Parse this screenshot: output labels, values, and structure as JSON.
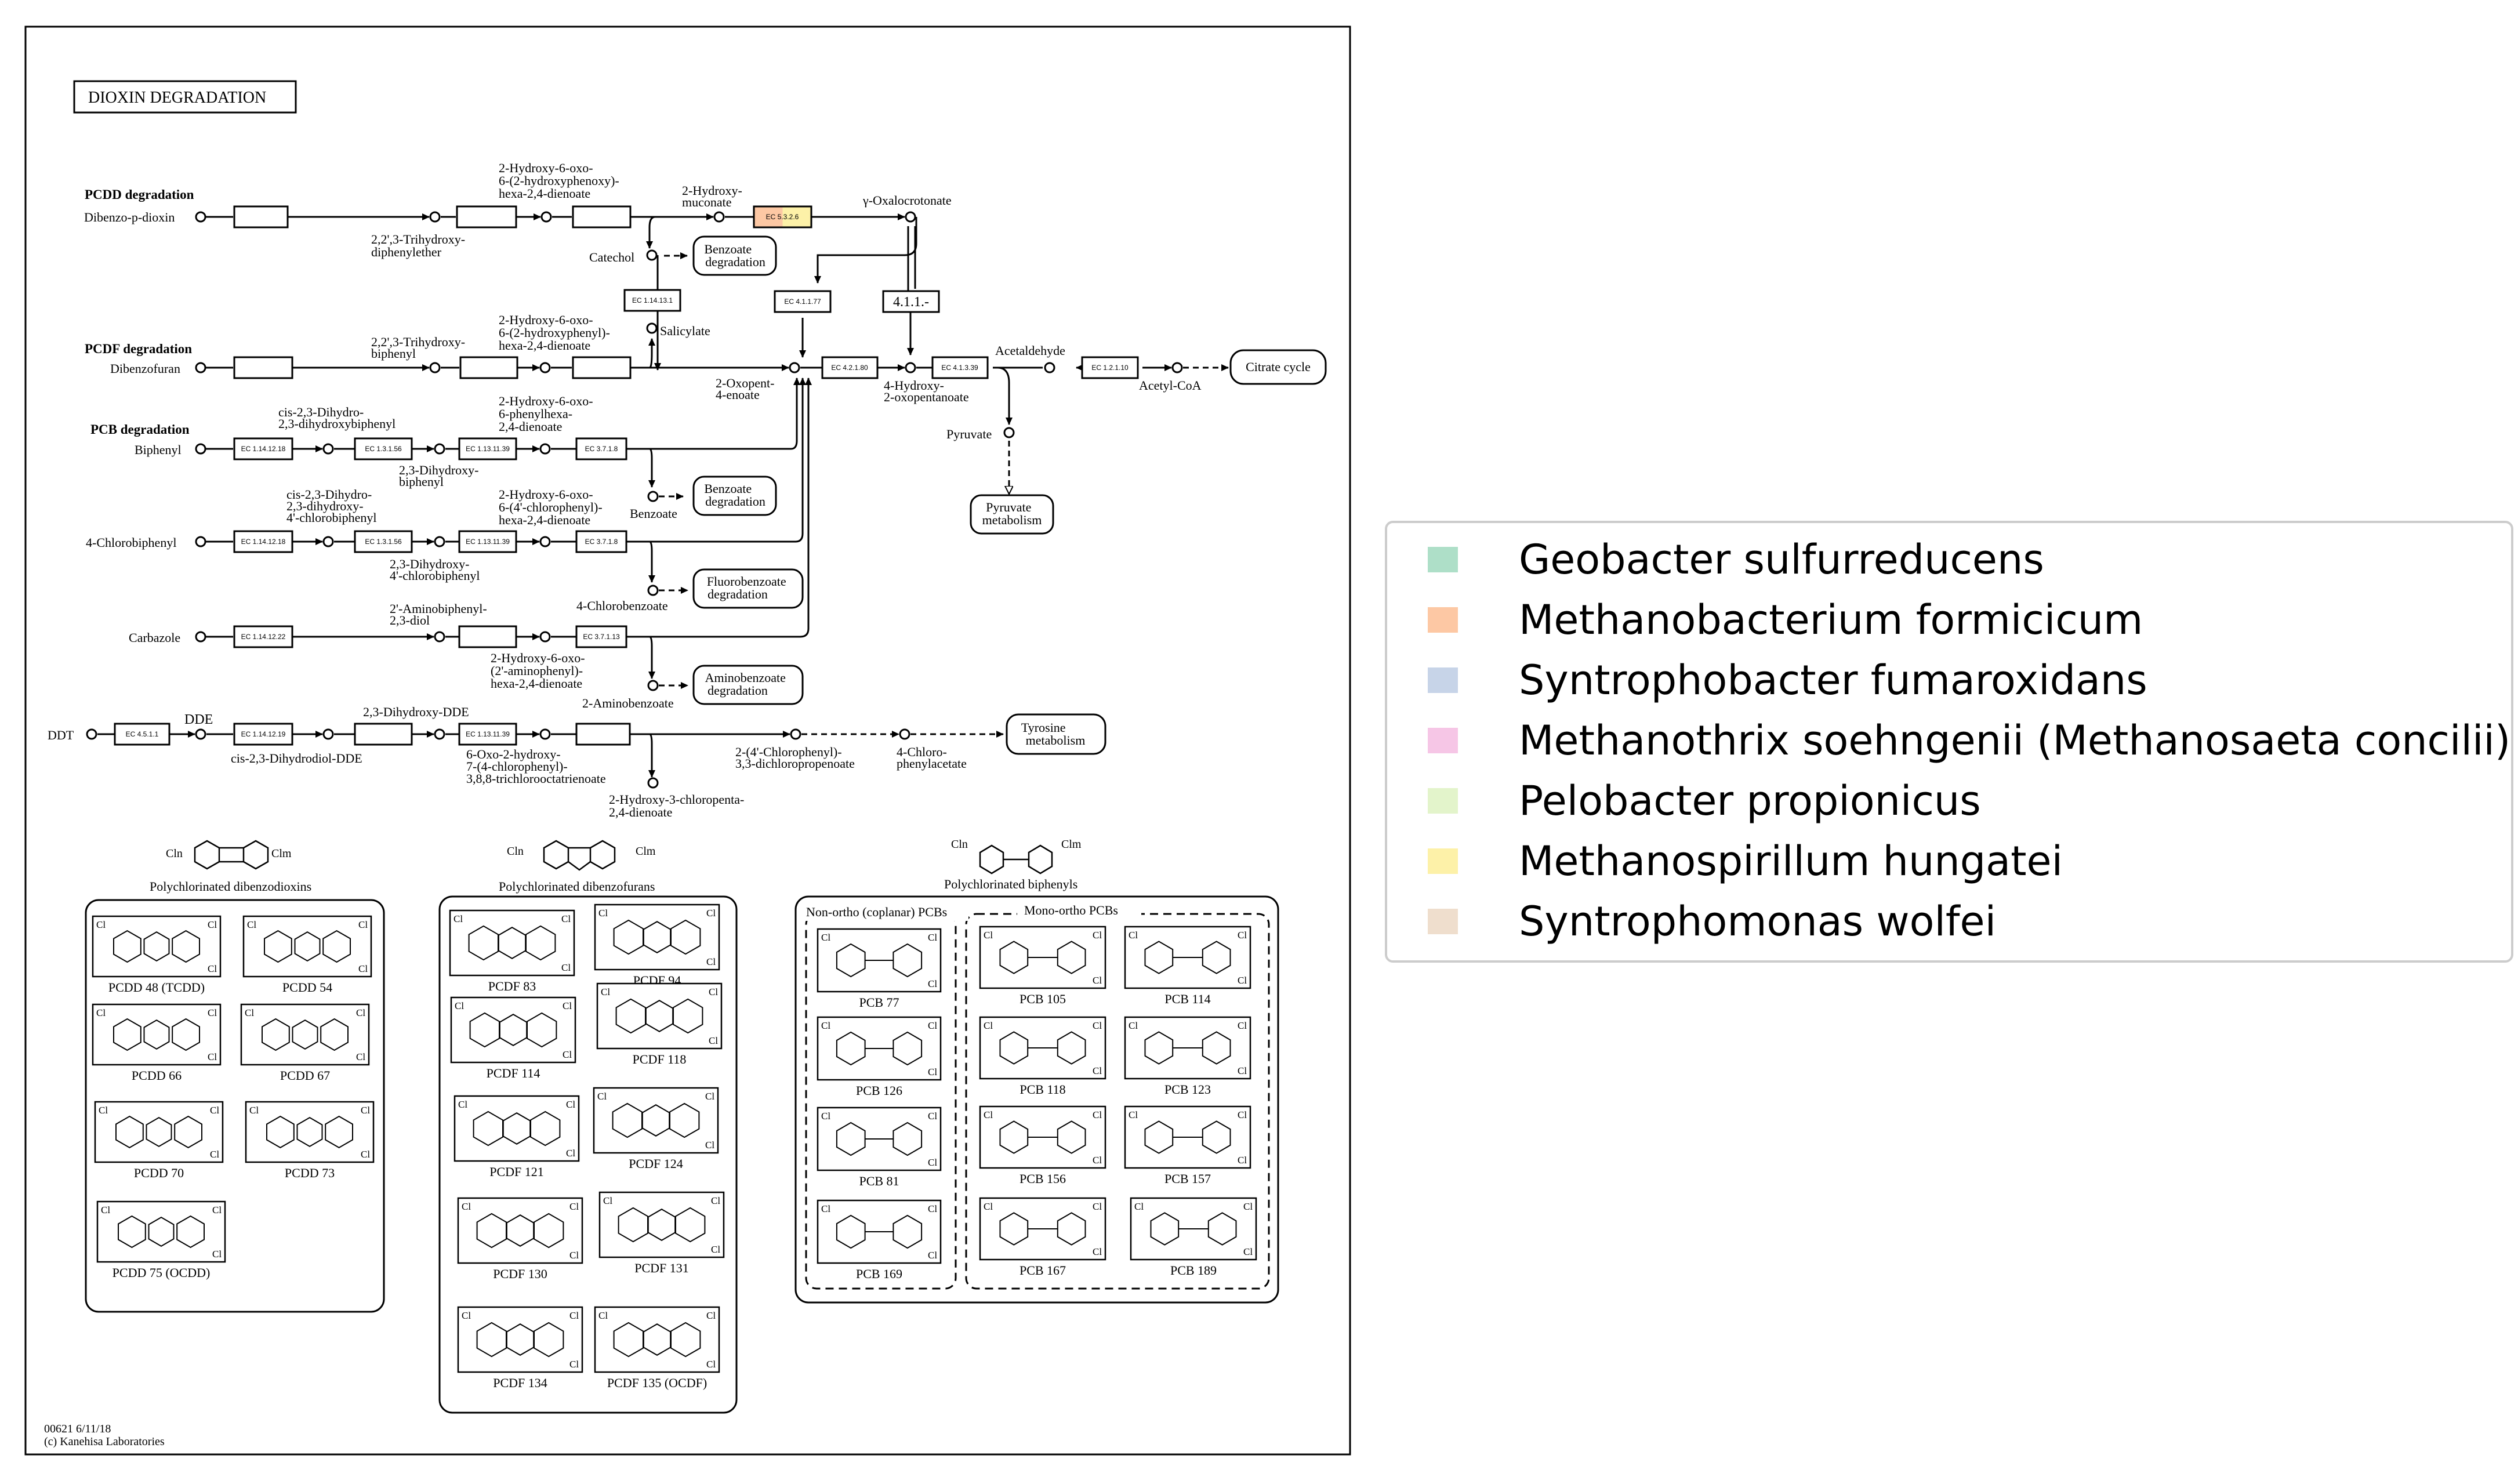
{
  "map": {
    "title": "DIOXIN DEGRADATION",
    "footer": {
      "line1": "00621 6/11/18",
      "line2": "(c) Kanehisa Laboratories"
    },
    "sections": {
      "pcdd": "PCDD degradation",
      "pcdf": "PCDF degradation",
      "pcb": "PCB degradation"
    },
    "compounds": {
      "dibenzo_p_dioxin": "Dibenzo-p-dioxin",
      "trihydroxy_diphenylether_1": "2,2',3-Trihydroxy-",
      "trihydroxy_diphenylether_2": "diphenylether",
      "hod_phenoxy_1": "2-Hydroxy-6-oxo-",
      "hod_phenoxy_2": "6-(2-hydroxyphenoxy)-",
      "hod_phenoxy_3": "hexa-2,4-dienoate",
      "hydroxymuconate_1": "2-Hydroxy-",
      "hydroxymuconate_2": "muconate",
      "oxalocrotonate": "γ-Oxalocrotonate",
      "catechol": "Catechol",
      "salicylate": "Salicylate",
      "dibenzofuran": "Dibenzofuran",
      "trihydroxybiphenyl_1": "2,2',3-Trihydroxy-",
      "trihydroxybiphenyl_2": "biphenyl",
      "hod_hydroxyphenyl_1": "2-Hydroxy-6-oxo-",
      "hod_hydroxyphenyl_2": "6-(2-hydroxyphenyl)-",
      "hod_hydroxyphenyl_3": "hexa-2,4-dienoate",
      "oxopent_1": "2-Oxopent-",
      "oxopent_2": "4-enoate",
      "hydroxyoxopentanoate_1": "4-Hydroxy-",
      "hydroxyoxopentanoate_2": "2-oxopentanoate",
      "acetaldehyde": "Acetaldehyde",
      "acetyl_coa": "Acetyl-CoA",
      "pyruvate": "Pyruvate",
      "biphenyl": "Biphenyl",
      "dihydrodiol_1": "cis-2,3-Dihydro-",
      "dihydrodiol_2": "2,3-dihydroxybiphenyl",
      "dihydroxybiphenyl_1": "2,3-Dihydroxy-",
      "dihydroxybiphenyl_2": "biphenyl",
      "hod_phenyl_1": "2-Hydroxy-6-oxo-",
      "hod_phenyl_2": "6-phenylhexa-",
      "hod_phenyl_3": "2,4-dienoate",
      "benzoate": "Benzoate",
      "chlorobiphenyl": "4-Chlorobiphenyl",
      "cl_dihydrodiol_1": "cis-2,3-Dihydro-",
      "cl_dihydrodiol_2": "2,3-dihydroxy-",
      "cl_dihydrodiol_3": "4'-chlorobiphenyl",
      "cl_dihydroxy_1": "2,3-Dihydroxy-",
      "cl_dihydroxy_2": "4'-chlorobiphenyl",
      "hod_clphenyl_1": "2-Hydroxy-6-oxo-",
      "hod_clphenyl_2": "6-(4'-chlorophenyl)-",
      "hod_clphenyl_3": "hexa-2,4-dienoate",
      "chlorobenzoate": "4-Chlorobenzoate",
      "carbazole": "Carbazole",
      "aminobiphenyl_1": "2'-Aminobiphenyl-",
      "aminobiphenyl_2": "2,3-diol",
      "hod_amino_1": "2-Hydroxy-6-oxo-",
      "hod_amino_2": "(2'-aminophenyl)-",
      "hod_amino_3": "hexa-2,4-dienoate",
      "aminobenzoate": "2-Aminobenzoate",
      "ddt": "DDT",
      "dde": "DDE",
      "dde_dihydrodiol": "cis-2,3-Dihydrodiol-DDE",
      "dihydroxy_dde": "2,3-Dihydroxy-DDE",
      "oxo_trichloro_1": "6-Oxo-2-hydroxy-",
      "oxo_trichloro_2": "7-(4-chlorophenyl)-",
      "oxo_trichloro_3": "3,8,8-trichlorooctatrienoate",
      "chlorophenyl_dcp_1": "2-(4'-Chlorophenyl)-",
      "chlorophenyl_dcp_2": "3,3-dichloropropenoate",
      "chlorophenylacetate_1": "4-Chloro-",
      "chlorophenylacetate_2": "phenylacetate",
      "hcpd_1": "2-Hydroxy-3-chloropenta-",
      "hcpd_2": "2,4-dienoate"
    },
    "maps": {
      "benzoate_1": "Benzoate",
      "benzoate_2": "degradation",
      "citrate": "Citrate cycle",
      "benzoate_b1": "Benzoate",
      "benzoate_b2": "degradation",
      "pyruvate_1": "Pyruvate",
      "pyruvate_2": "metabolism",
      "fluorobenzoate_1": "Fluorobenzoate",
      "fluorobenzoate_2": "degradation",
      "aminobenzoate_1": "Aminobenzoate",
      "aminobenzoate_2": "degradation",
      "tyrosine_1": "Tyrosine",
      "tyrosine_2": "metabolism"
    },
    "enzymes": {
      "ec_5_3_2_6": "EC 5.3.2.6",
      "ec_1_14_13_1": "EC 1.14.13.1",
      "ec_4_1_1_77": "EC 4.1.1.77",
      "ec_4_1_1": "4.1.1.-",
      "ec_4_2_1_80": "EC 4.2.1.80",
      "ec_4_1_3_39": "EC 4.1.3.39",
      "ec_1_2_1_10": "EC 1.2.1.10",
      "ec_1_14_12_18": "EC 1.14.12.18",
      "ec_1_3_1_56": "EC 1.3.1.56",
      "ec_1_13_11_39": "EC 1.13.11.39",
      "ec_3_7_1_8": "EC 3.7.1.8",
      "ec_1_14_12_22": "EC 1.14.12.22",
      "ec_3_7_1_13": "EC 3.7.1.13",
      "ec_4_5_1_1": "EC 4.5.1.1",
      "ec_1_14_12_19": "EC 1.14.12.19"
    },
    "structures": {
      "pcdd_group_title": "Polychlorinated dibenzodioxins",
      "pcdf_group_title": "Polychlorinated dibenzofurans",
      "pcb_group_title": "Polychlorinated biphenyls",
      "non_ortho_title": "Non-ortho (coplanar) PCBs",
      "mono_ortho_title": "Mono-ortho PCBs",
      "cln": "Cln",
      "clm": "Clm",
      "cl": "Cl",
      "pcdd": [
        "PCDD 48 (TCDD)",
        "PCDD 54",
        "PCDD 66",
        "PCDD 67",
        "PCDD 70",
        "PCDD 73",
        "PCDD 75 (OCDD)"
      ],
      "pcdf": [
        "PCDF 83",
        "PCDF 94",
        "PCDF 114",
        "PCDF 118",
        "PCDF 121",
        "PCDF 124",
        "PCDF 130",
        "PCDF 131",
        "PCDF 134",
        "PCDF 135 (OCDF)"
      ],
      "pcb_non_ortho": [
        "PCB 77",
        "PCB 126",
        "PCB 81",
        "PCB 169"
      ],
      "pcb_mono_ortho": [
        "PCB 105",
        "PCB 114",
        "PCB 118",
        "PCB 123",
        "PCB 156",
        "PCB 157",
        "PCB 167",
        "PCB 189"
      ]
    }
  },
  "legend": [
    {
      "label": "Geobacter sulfurreducens",
      "color": "#aedfc8"
    },
    {
      "label": "Methanobacterium formicicum",
      "color": "#fdc8a4"
    },
    {
      "label": "Syntrophobacter fumaroxidans",
      "color": "#c7d4e8"
    },
    {
      "label": "Methanothrix soehngenii (Methanosaeta concilii)",
      "color": "#f6c6e6"
    },
    {
      "label": "Pelobacter propionicus",
      "color": "#e3f4cb"
    },
    {
      "label": "Methanospirillum hungatei",
      "color": "#fdf1a8"
    },
    {
      "label": "Syntrophomonas wolfei",
      "color": "#efdecd"
    }
  ],
  "highlight_colors": {
    "ec_5_3_2_6": [
      "#fdc8a4",
      "#fdf1a8"
    ]
  }
}
